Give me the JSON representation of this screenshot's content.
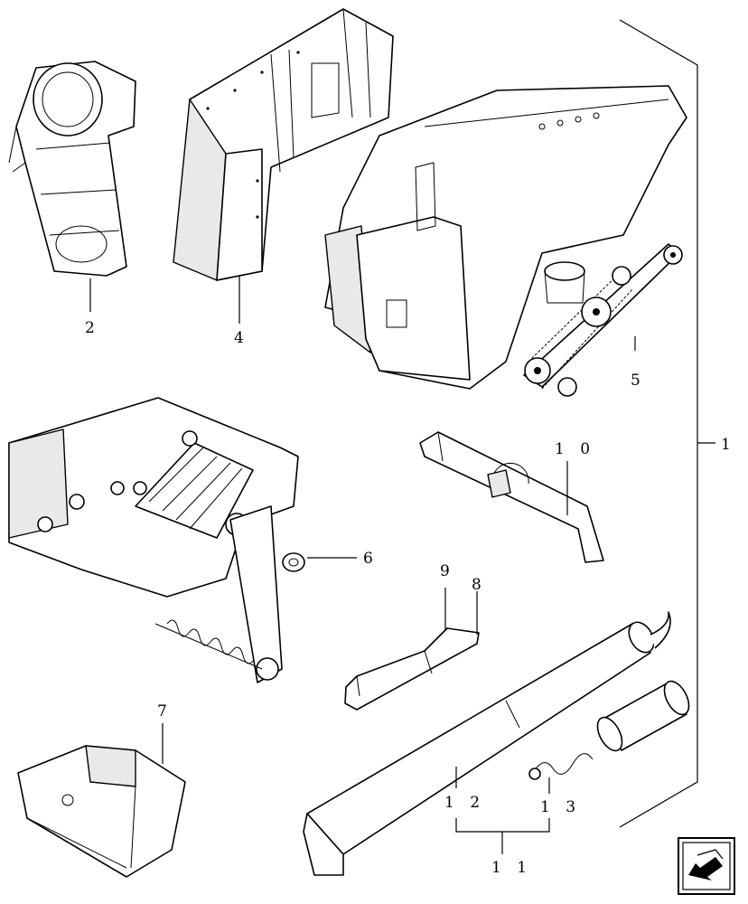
{
  "callouts": {
    "c1": "1",
    "c2": "2",
    "c4": "4",
    "c5": "5",
    "c6": "6",
    "c7": "7",
    "c8": "8",
    "c9": "9",
    "c10": "1 0",
    "c11": "1 1",
    "c12": "1 2",
    "c13": "1 3"
  },
  "nav": {
    "icon": "arrow-back-icon"
  },
  "colors": {
    "line": "#000000",
    "shade": "#e9e9e9",
    "background": "#ffffff"
  }
}
